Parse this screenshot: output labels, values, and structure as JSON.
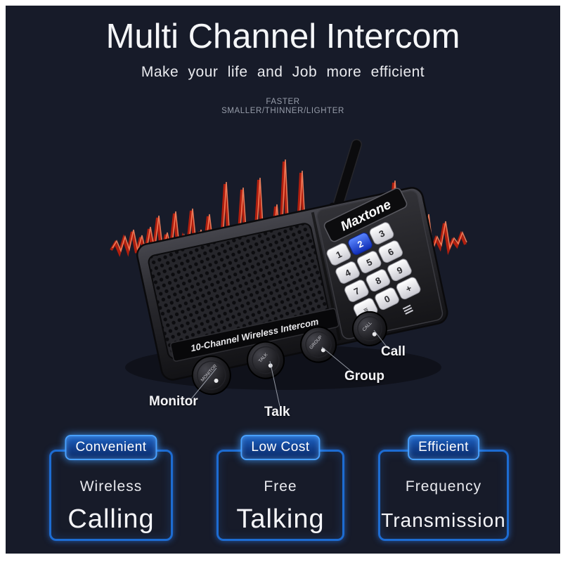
{
  "header": {
    "title": "Multi Channel Intercom",
    "subtitle": "Make your life and Job more efficient",
    "tagline_line1": "FASTER",
    "tagline_line2": "SMALLER/THINNER/LIGHTER"
  },
  "device": {
    "brand": "Maxtone",
    "model_label": "10-Channel Wireless Intercom",
    "keypad_keys": [
      "1",
      "2",
      "3",
      "4",
      "5",
      "6",
      "7",
      "8",
      "9",
      "≡",
      "0",
      "+"
    ],
    "active_key": "2",
    "knob_labels": [
      "MONITOR",
      "TALK",
      "GROUP",
      "CALL"
    ]
  },
  "callouts": [
    {
      "label": "Monitor"
    },
    {
      "label": "Talk"
    },
    {
      "label": "Group"
    },
    {
      "label": "Call"
    }
  ],
  "features": [
    {
      "tag": "Convenient",
      "line1": "Wireless",
      "line2": "Calling"
    },
    {
      "tag": "Low Cost",
      "line1": "Free",
      "line2": "Talking"
    },
    {
      "tag": "Efficient",
      "line1": "Frequency",
      "line2": "Transmission"
    }
  ],
  "colors": {
    "background": "#171b29",
    "frame": "#ffffff",
    "wave_red": "#b01e0e",
    "wave_highlight": "#ff8a63",
    "accent_blue": "#48a0ff",
    "active_key_blue": "#1d4fd8"
  }
}
